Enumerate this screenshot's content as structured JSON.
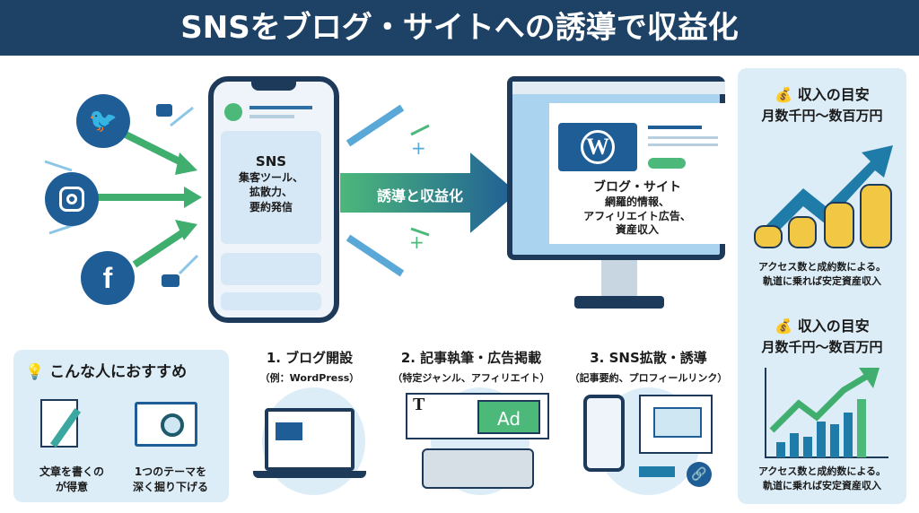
{
  "title": "SNSをブログ・サイトへの誘導で収益化",
  "sns": {
    "heading": "SNS",
    "lines": [
      "集客ツール、",
      "拡散力、",
      "要約発信"
    ]
  },
  "flow_arrow_label": "誘導と収益化",
  "blog": {
    "heading": "ブログ・サイト",
    "lines": [
      "網羅的情報、",
      "アフィリエイト広告、",
      "資産収入"
    ]
  },
  "income": [
    {
      "heading": "収入の目安",
      "range": "月数千円〜数百万円",
      "note1": "アクセス数と成約数による。",
      "note2": "軌道に乗れば安定資産収入"
    },
    {
      "heading": "収入の目安",
      "range": "月数千円〜数百万円",
      "note1": "アクセス数と成約数による。",
      "note2": "軌道に乗れば安定資産収入"
    }
  ],
  "recommend": {
    "heading": "こんな人におすすめ",
    "items": [
      {
        "l1": "文章を書くの",
        "l2": "が得意"
      },
      {
        "l1": "1つのテーマを",
        "l2": "深く掘り下げる"
      }
    ]
  },
  "steps": [
    {
      "title": "1. ブログ開設",
      "sub": "（例：WordPress）"
    },
    {
      "title": "2. 記事執筆・広告掲載",
      "sub": "（特定ジャンル、アフィリエイト）"
    },
    {
      "title": "3. SNS拡散・誘導",
      "sub": "（記事要約、プロフィールリンク）"
    }
  ],
  "ad_label": "Ad",
  "colors": {
    "navy": "#1d4266",
    "blue": "#1f5d96",
    "green": "#4cb87a",
    "panel": "#dcedf7",
    "coin": "#f2c744"
  }
}
